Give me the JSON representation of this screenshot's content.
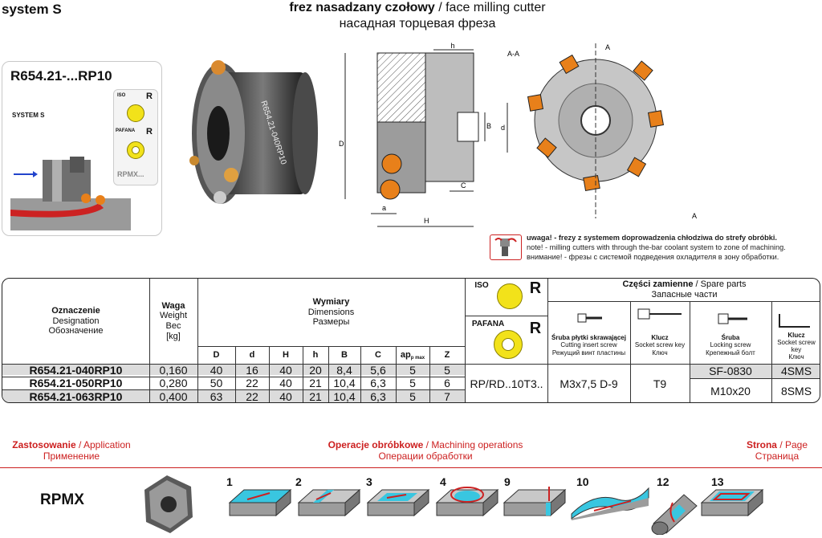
{
  "header": {
    "system": "system S",
    "title_pl": "frez  nasadzany  czołowy",
    "title_sep": " / ",
    "title_en": "face milling  cutter",
    "title_ru": "насадная  торцевая фреза"
  },
  "card": {
    "code": "R654.21-...RP10",
    "system_label": "SYSTEM S",
    "iso_label": "ISO",
    "iso_grade": "R",
    "pafana_label": "PAFANA",
    "pafana_grade": "R",
    "insert": "RPMX..."
  },
  "photo": {
    "engraving": "R654.21-040RP10"
  },
  "drawing": {
    "section": "A-A",
    "labels": [
      "h",
      "B",
      "d",
      "D",
      "C",
      "a",
      "H",
      "A",
      "A"
    ]
  },
  "warning": {
    "line1": "uwaga! - frezy   z systemem doprowadzenia chłodziwa do strefy obróbki.",
    "line2": "note! - milling cutters with through the-bar coolant system to zone of machining.",
    "line3": "внимание! - фрезы с системой подведения охладителя в зону обработки."
  },
  "table": {
    "col_designation": [
      "Oznaczenie",
      "Designation",
      "Обозначение"
    ],
    "col_weight": [
      "Waga",
      "Weight",
      "Вес",
      "[kg]"
    ],
    "col_dims": [
      "Wymiary",
      "Dimensions",
      "Размеры"
    ],
    "dim_headers": [
      "D",
      "d",
      "H",
      "h",
      "B",
      "C",
      "ap",
      "Z"
    ],
    "ap_sub": "p max",
    "rows": [
      {
        "code": "R654.21-040RP10",
        "weight": "0,160",
        "D": "40",
        "d": "16",
        "H": "40",
        "h": "20",
        "B": "8,4",
        "C": "5,6",
        "ap": "5",
        "Z": "5"
      },
      {
        "code": "R654.21-050RP10",
        "weight": "0,280",
        "D": "50",
        "d": "22",
        "H": "40",
        "h": "21",
        "B": "10,4",
        "C": "6,3",
        "ap": "5",
        "Z": "6"
      },
      {
        "code": "R654.21-063RP10",
        "weight": "0,400",
        "D": "63",
        "d": "22",
        "H": "40",
        "h": "21",
        "B": "10,4",
        "C": "6,3",
        "ap": "5",
        "Z": "7"
      }
    ],
    "iso_label": "ISO",
    "iso_grade": "R",
    "pafana_label": "PAFANA",
    "pafana_grade": "R",
    "insert": "RP/RD..10T3..",
    "spare_title": "Części   zamienne",
    "spare_sep": "  /  ",
    "spare_en": "Spare   parts",
    "spare_ru": "Запасные   части",
    "spare_cols": [
      {
        "pl": "Śruba płytki skrawającej",
        "en": "Cutting insert screw",
        "ru": "Режущий винт пластины"
      },
      {
        "pl": "Klucz",
        "en": "Socket screw key",
        "ru": "Ключ"
      },
      {
        "pl": "Śruba",
        "en": "Locking screw",
        "ru": "Крепежный болт"
      },
      {
        "pl": "Klucz",
        "en": "Socket screw key",
        "ru": "Ключ"
      }
    ],
    "insert_screw": "M3x7,5 D-9",
    "key1": "T9",
    "screw_a": "SF-0830",
    "screw_b": "M10x20",
    "key2_a": "4SMS",
    "key2_b": "8SMS"
  },
  "bottom": {
    "application_pl": "Zastosowanie",
    "application_en": "Application",
    "application_ru": "Применение",
    "ops_pl": "Operacje obróbkowe",
    "ops_en": "Machining operations",
    "ops_ru": "Операции обработки",
    "page_pl": "Strona",
    "page_en": "Page",
    "page_ru": "Страница",
    "sep": " / ",
    "insert": "RPMX",
    "operations": [
      "1",
      "2",
      "3",
      "4",
      "9",
      "10",
      "12",
      "13"
    ]
  },
  "colors": {
    "accent_red": "#cc1f1f",
    "insert_yellow": "#f2e21a",
    "cyan": "#39c6e0",
    "orange": "#e8801a"
  }
}
